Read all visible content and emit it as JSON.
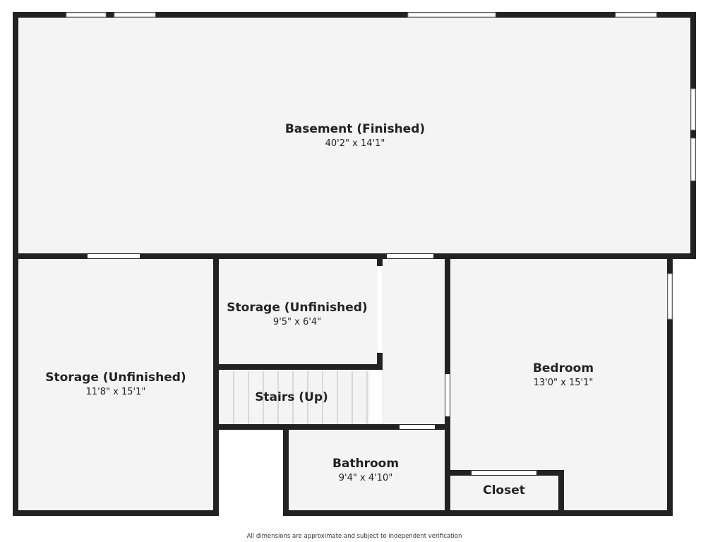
{
  "rooms": {
    "basement": {
      "name": "Basement (Finished)",
      "dims": "40'2\" x 14'1\""
    },
    "storage_left": {
      "name": "Storage (Unfinished)",
      "dims": "11'8\" x 15'1\""
    },
    "storage_center": {
      "name": "Storage (Unfinished)",
      "dims": "9'5\" x 6'4\""
    },
    "stairs": {
      "name": "Stairs (Up)"
    },
    "bedroom": {
      "name": "Bedroom",
      "dims": "13'0\" x 15'1\""
    },
    "bathroom": {
      "name": "Bathroom",
      "dims": "9'4\" x 4'10\""
    },
    "closet": {
      "name": "Closet"
    }
  },
  "footer": {
    "disclaimer": "All dimensions are approximate and subject to independent verification"
  },
  "colors": {
    "wall": "#222222",
    "floor": "#f4f4f4",
    "opening": "#ffffff"
  }
}
